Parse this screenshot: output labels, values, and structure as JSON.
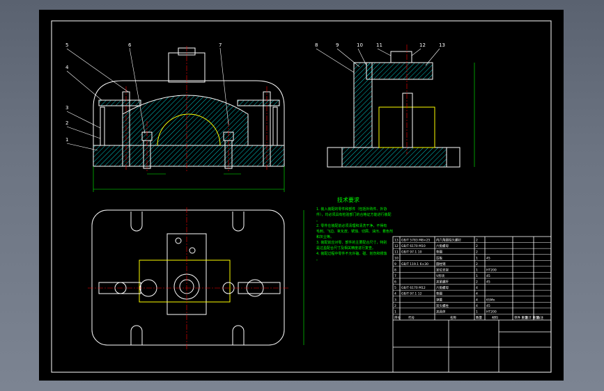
{
  "drawing": {
    "part_labels": [
      "5",
      "4",
      "3",
      "2",
      "1",
      "6",
      "7",
      "8",
      "9",
      "10",
      "11",
      "12",
      "13"
    ],
    "tech_req_title": "技术要求",
    "tech_req_lines": [
      "1. 装入装配的零件和部件（包括外购件、外协件），均必须具有检验部门的合格证方能进行装配。",
      "2. 零件在装配前必须清理和清洗干净，不得有毛刺、飞边、氧化皮、锈蚀、切屑、油污、着色剂和灰尘等。",
      "3. 装配前应对零、部件的主要配合尺寸，特别是过盈配合尺寸及相关精度进行复查。",
      "4. 装配过程中零件不允许磕、碰、划伤和锈蚀。"
    ],
    "bom_headers": [
      "序号",
      "代号",
      "名称",
      "数量",
      "材料",
      "单件 重量",
      "总计 重量",
      "备注"
    ],
    "bom_rows": [
      [
        "13",
        "GB/T 5783 M8×25",
        "内六角圆柱头螺钉",
        "2",
        "",
        "",
        "",
        ""
      ],
      [
        "12",
        "GB/T 6170 M10",
        "六角螺母",
        "2",
        "",
        "",
        "",
        ""
      ],
      [
        "11",
        "GB/T 97.1 10",
        "垫圈",
        "2",
        "",
        "",
        "",
        ""
      ],
      [
        "10",
        "",
        "压板",
        "1",
        "45",
        "",
        "",
        ""
      ],
      [
        "9",
        "GB/T 119.1 6×30",
        "圆柱销",
        "2",
        "",
        "",
        "",
        ""
      ],
      [
        "8",
        "",
        "定位支架",
        "1",
        "HT200",
        "",
        "",
        ""
      ],
      [
        "7",
        "",
        "V形块",
        "1",
        "45",
        "",
        "",
        ""
      ],
      [
        "6",
        "",
        "夹紧螺杆",
        "2",
        "45",
        "",
        "",
        ""
      ],
      [
        "5",
        "GB/T 6170 M12",
        "六角螺母",
        "4",
        "",
        "",
        "",
        ""
      ],
      [
        "4",
        "GB/T 97.1 12",
        "垫圈",
        "4",
        "",
        "",
        "",
        ""
      ],
      [
        "3",
        "",
        "弹簧",
        "4",
        "65Mn",
        "",
        "",
        ""
      ],
      [
        "2",
        "",
        "双头螺柱",
        "4",
        "45",
        "",
        "",
        ""
      ],
      [
        "1",
        "",
        "夹具体",
        "1",
        "HT200",
        "",
        "",
        ""
      ]
    ]
  },
  "colors": {
    "sheet": "#000000",
    "outline": "#ffffff",
    "hatch": "#00ffff",
    "center": "#ff0000",
    "dim": "#00ff00",
    "hidden": "#ffff00"
  }
}
